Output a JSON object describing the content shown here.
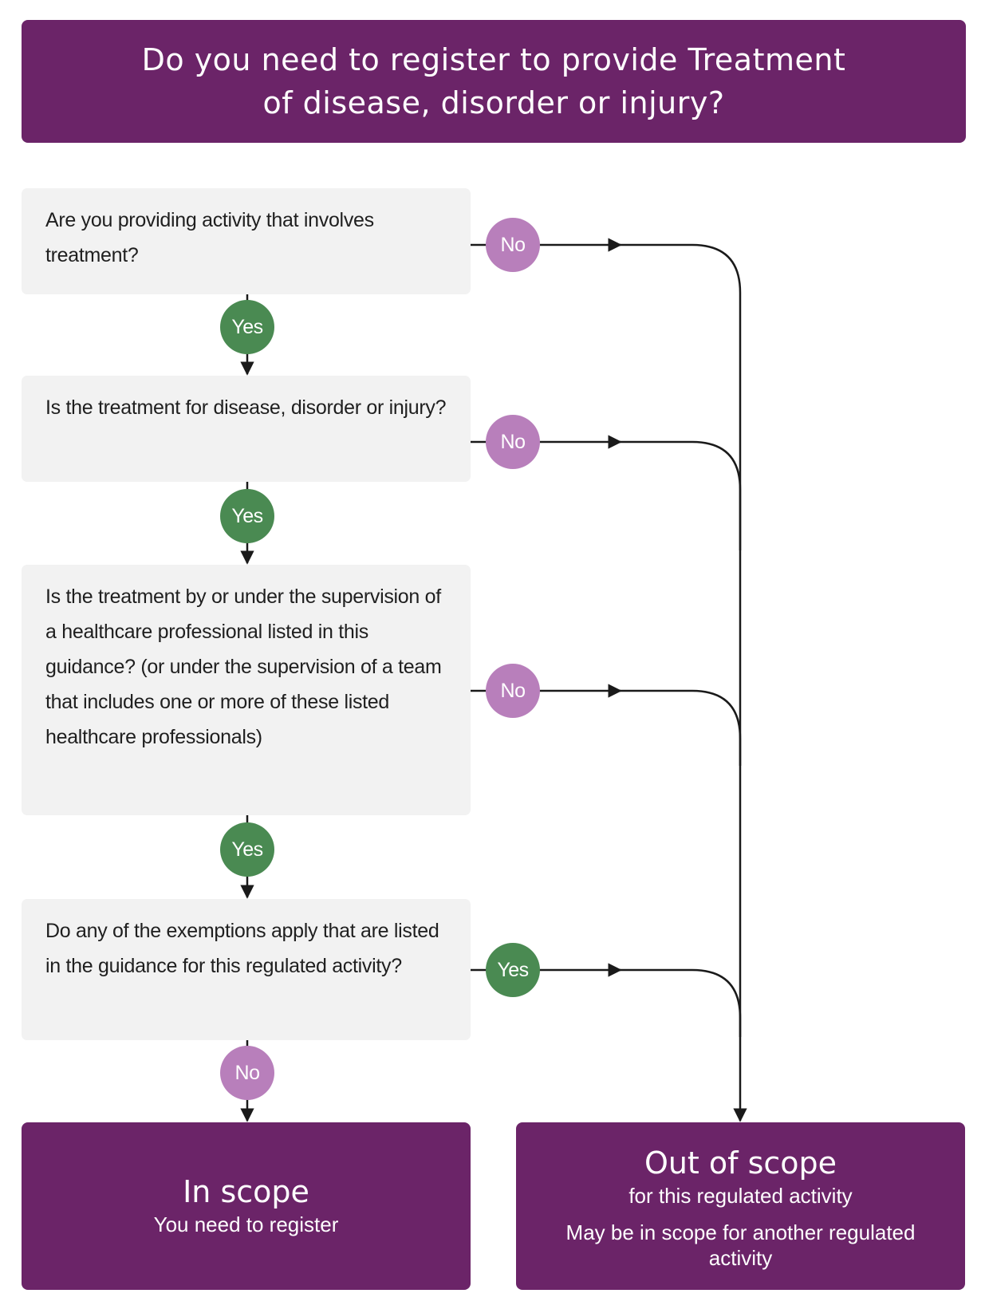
{
  "header": {
    "title": "Do you need to register to provide Treatment of disease, disorder or injury?"
  },
  "questions": [
    {
      "text": "Are you providing activity that involves treatment?",
      "down_label": "Yes",
      "side_label": "No"
    },
    {
      "text": "Is the treatment for disease, disorder or injury?",
      "down_label": "Yes",
      "side_label": "No"
    },
    {
      "text": "Is the treatment by or under the supervision of a healthcare professional listed in this guidance? (or under the supervision of a team that includes one or more of these listed healthcare professionals)",
      "down_label": "Yes",
      "side_label": "No"
    },
    {
      "text": "Do any of the exemptions apply that are listed in the guidance for this regulated activity?",
      "down_label": "No",
      "side_label": "Yes"
    }
  ],
  "results": {
    "in_scope": {
      "title": "In scope",
      "subtitle": "You need to register"
    },
    "out_scope": {
      "title": "Out of scope",
      "subtitle": "for this regulated activity",
      "note": "May be in scope for another regulated activity"
    }
  },
  "colors": {
    "header": "#6b2468",
    "yes": "#4a8a52",
    "no": "#b87fbb",
    "box": "#f2f2f2",
    "line": "#1a1a1a"
  }
}
